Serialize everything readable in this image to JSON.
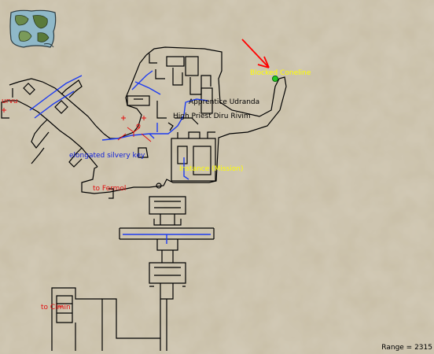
{
  "colors": {
    "background": "#c8bea6",
    "wall": "#000000",
    "water": "#1e3cf0",
    "label_black": "#000000",
    "label_blue": "#1020d8",
    "label_red": "#e01010",
    "label_yellow": "#ffff00",
    "arrow": "#ff0000",
    "marker_green": "#22cc22"
  },
  "map": {
    "labels": {
      "apprentice": "Apprentice Udranda",
      "high_priest": "High Priest Diru Rivim",
      "blocked": "Blocked Coneline",
      "key": "elongated silvery key",
      "to_fermol": "to Fermol",
      "to_cimin": "to Cimin",
      "west": "urvu",
      "instance": "Instance (Mission)"
    },
    "range_text": "Range = 2315"
  },
  "icons": {
    "minimap": "world-map-icon",
    "arrow": "red-arrow-icon",
    "player": "player-marker-icon"
  }
}
